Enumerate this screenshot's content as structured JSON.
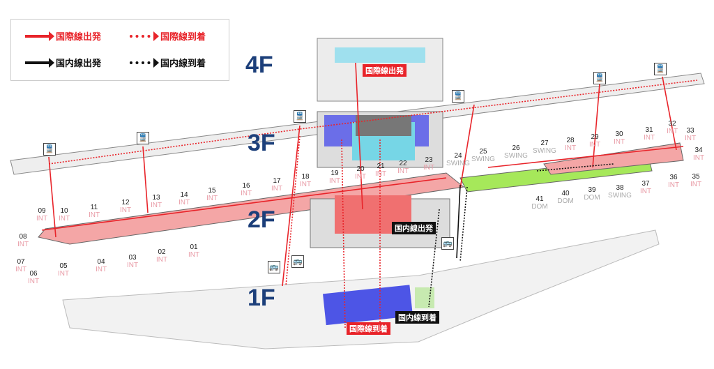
{
  "legend": [
    {
      "label": "国際線出発",
      "style": "solid",
      "color": "#e8242a"
    },
    {
      "label": "国際線到着",
      "style": "dotted",
      "color": "#e8242a"
    },
    {
      "label": "国内線出発",
      "style": "solid",
      "color": "#111111"
    },
    {
      "label": "国内線到着",
      "style": "dotted",
      "color": "#111111"
    }
  ],
  "floors": {
    "f4": "4F",
    "f3": "3F",
    "f2": "2F",
    "f1": "1F"
  },
  "tags": {
    "intl_dep": "国際線出発",
    "dom_dep": "国内線出発",
    "intl_arr": "国際線到着",
    "dom_arr": "国内線到着"
  },
  "gates": [
    {
      "n": "01",
      "t": "INT"
    },
    {
      "n": "02",
      "t": "INT"
    },
    {
      "n": "03",
      "t": "INT"
    },
    {
      "n": "04",
      "t": "INT"
    },
    {
      "n": "05",
      "t": "INT"
    },
    {
      "n": "06",
      "t": "INT"
    },
    {
      "n": "07",
      "t": "INT"
    },
    {
      "n": "08",
      "t": "INT"
    },
    {
      "n": "09",
      "t": "INT"
    },
    {
      "n": "10",
      "t": "INT"
    },
    {
      "n": "11",
      "t": "INT"
    },
    {
      "n": "12",
      "t": "INT"
    },
    {
      "n": "13",
      "t": "INT"
    },
    {
      "n": "14",
      "t": "INT"
    },
    {
      "n": "15",
      "t": "INT"
    },
    {
      "n": "16",
      "t": "INT"
    },
    {
      "n": "17",
      "t": "INT"
    },
    {
      "n": "18",
      "t": "INT"
    },
    {
      "n": "19",
      "t": "INT"
    },
    {
      "n": "20",
      "t": "INT"
    },
    {
      "n": "21",
      "t": "INT"
    },
    {
      "n": "22",
      "t": "INT"
    },
    {
      "n": "23",
      "t": "INT"
    },
    {
      "n": "24",
      "t": "SWING"
    },
    {
      "n": "25",
      "t": "SWING"
    },
    {
      "n": "26",
      "t": "SWING"
    },
    {
      "n": "27",
      "t": "SWING"
    },
    {
      "n": "28",
      "t": "INT"
    },
    {
      "n": "29",
      "t": "INT"
    },
    {
      "n": "30",
      "t": "INT"
    },
    {
      "n": "31",
      "t": "INT"
    },
    {
      "n": "32",
      "t": "INT"
    },
    {
      "n": "33",
      "t": "INT"
    },
    {
      "n": "34",
      "t": "INT"
    },
    {
      "n": "35",
      "t": "INT"
    },
    {
      "n": "36",
      "t": "INT"
    },
    {
      "n": "37",
      "t": "INT"
    },
    {
      "n": "38",
      "t": "SWING"
    },
    {
      "n": "39",
      "t": "DOM"
    },
    {
      "n": "40",
      "t": "DOM"
    },
    {
      "n": "41",
      "t": "DOM"
    }
  ],
  "colors": {
    "intl": "#e8242a",
    "pier_intl": "#f4a6a6",
    "pier_dom": "#a6e85a",
    "intl_hall": "#6b6ee8",
    "dom_hall": "#76d6e6"
  }
}
